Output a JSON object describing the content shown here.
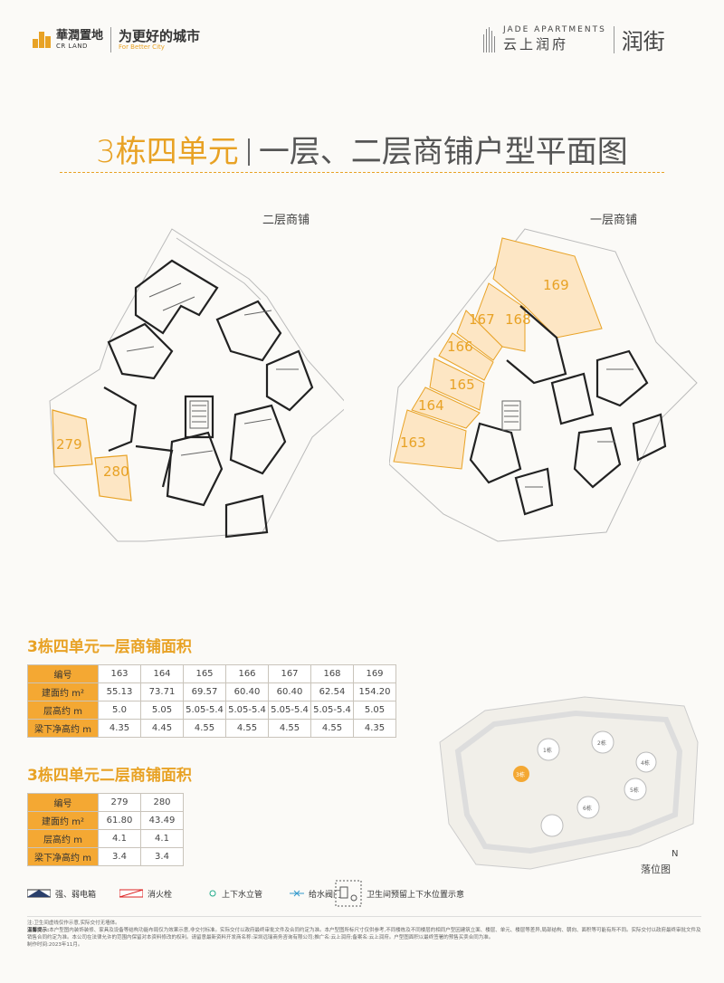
{
  "header": {
    "brand_cn": "華潤置地",
    "brand_en": "CR LAND",
    "slogan": "为更好的城市",
    "slogan_en": "For Better City",
    "project_en": "JADE APARTMENTS",
    "project_cn": "云上润府",
    "street": "润街"
  },
  "title": {
    "building": "3栋四单元",
    "main": "一层、二层商铺户型平面图"
  },
  "plans": {
    "second_floor_label": "二层商铺",
    "first_floor_label": "一层商铺",
    "second_floor_units": [
      "279",
      "280"
    ],
    "first_floor_units": [
      "163",
      "164",
      "165",
      "166",
      "167",
      "168",
      "169"
    ]
  },
  "table1": {
    "title": "3栋四单元一层商铺面积",
    "row_headers": [
      "编号",
      "建面约 m²",
      "层高约 m",
      "梁下净高约 m"
    ],
    "columns": [
      "163",
      "164",
      "165",
      "166",
      "167",
      "168",
      "169"
    ],
    "area": [
      "55.13",
      "73.71",
      "69.57",
      "60.40",
      "60.40",
      "62.54",
      "154.20"
    ],
    "height": [
      "5.0",
      "5.05",
      "5.05-5.4",
      "5.05-5.4",
      "5.05-5.4",
      "5.05-5.4",
      "5.05"
    ],
    "clear": [
      "4.35",
      "4.45",
      "4.55",
      "4.55",
      "4.55",
      "4.55",
      "4.35"
    ]
  },
  "table2": {
    "title": "3栋四单元二层商铺面积",
    "row_headers": [
      "编号",
      "建面约 m²",
      "层高约 m",
      "梁下净高约 m"
    ],
    "columns": [
      "279",
      "280"
    ],
    "area": [
      "61.80",
      "43.49"
    ],
    "height": [
      "4.1",
      "4.1"
    ],
    "clear": [
      "3.4",
      "3.4"
    ]
  },
  "siteplan": {
    "caption": "落位图",
    "north": "N",
    "buildings": [
      "1栋",
      "2栋",
      "3栋",
      "4栋",
      "5栋",
      "6栋"
    ]
  },
  "legend": {
    "elec": "强、弱电箱",
    "hydrant": "消火栓",
    "pipe": "上下水立管",
    "valve": "给水阀门",
    "bath": "卫生间预留上下水位置示意"
  },
  "notes": {
    "line1": "注:卫生间虚线仅作示意,实际交付无墙体。",
    "line2_label": "温馨提示:",
    "line2": "本户型图内装饰装修、家具及设备等结构功能布局仅为效果示意,非交付标准。实际交付以政府最终审批文件及合同约定为准。本户型图所标尺寸仅供参考,不同楼栋及不同楼层的相同户型因建筑立面、楼层、单元、楼层等差异,局部结构、朝向、面积等可能有所不同。实际交付以政府最终审批文件及销售合同约定为准。本公司在法律允许的范围内保留对本资料修改的权利。请留意最新资料开发商名称:深圳远瑞商务咨询有限公司;推广名:云上润府;备案名:云上润府。户型图面积以最终签署的预售买卖合同为准。",
    "line3": "制作时间:2023年11月。"
  },
  "colors": {
    "accent": "#e8a225",
    "shop_fill": "#fde6c4",
    "table_header": "#f4a833"
  }
}
